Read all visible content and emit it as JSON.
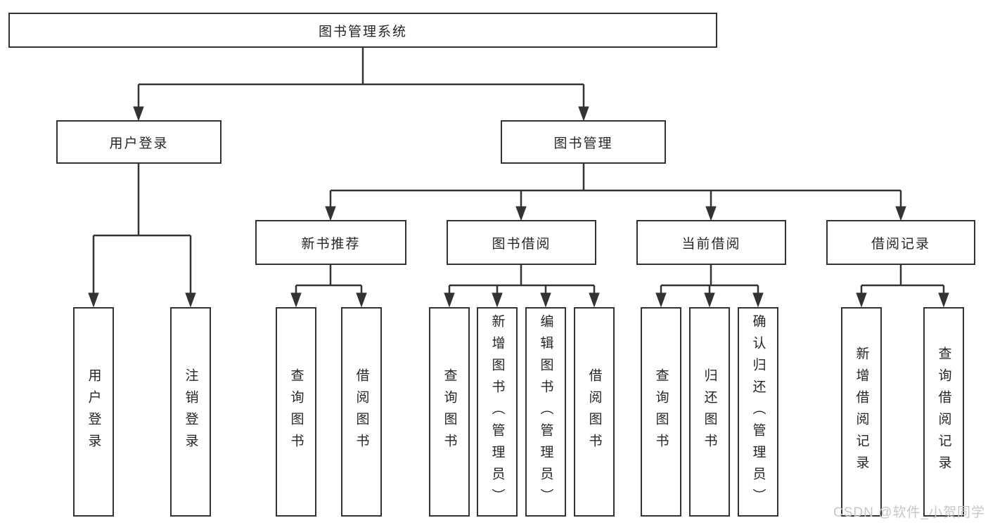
{
  "diagram": {
    "root": {
      "label": "图书管理系统"
    },
    "level2": [
      {
        "label": "用户登录"
      },
      {
        "label": "图书管理"
      }
    ],
    "level3": [
      {
        "label": "新书推荐"
      },
      {
        "label": "图书借阅"
      },
      {
        "label": "当前借阅"
      },
      {
        "label": "借阅记录"
      }
    ],
    "level4": [
      {
        "label": "用户登录"
      },
      {
        "label": "注销登录"
      },
      {
        "label": "查询图书"
      },
      {
        "label": "借阅图书"
      },
      {
        "label": "查询图书"
      },
      {
        "label": "新增图书（管理员）"
      },
      {
        "label": "编辑图书（管理员）"
      },
      {
        "label": "借阅图书"
      },
      {
        "label": "查询图书"
      },
      {
        "label": "归还图书"
      },
      {
        "label": "确认归还（管理员）"
      },
      {
        "label": "新增借阅记录"
      },
      {
        "label": "查询借阅记录"
      }
    ],
    "watermark": "CSDN @软件_小贺同学",
    "colors": {
      "line": "#333333",
      "text": "#262626",
      "background": "#ffffff",
      "watermark": "#c7c7c7"
    }
  }
}
